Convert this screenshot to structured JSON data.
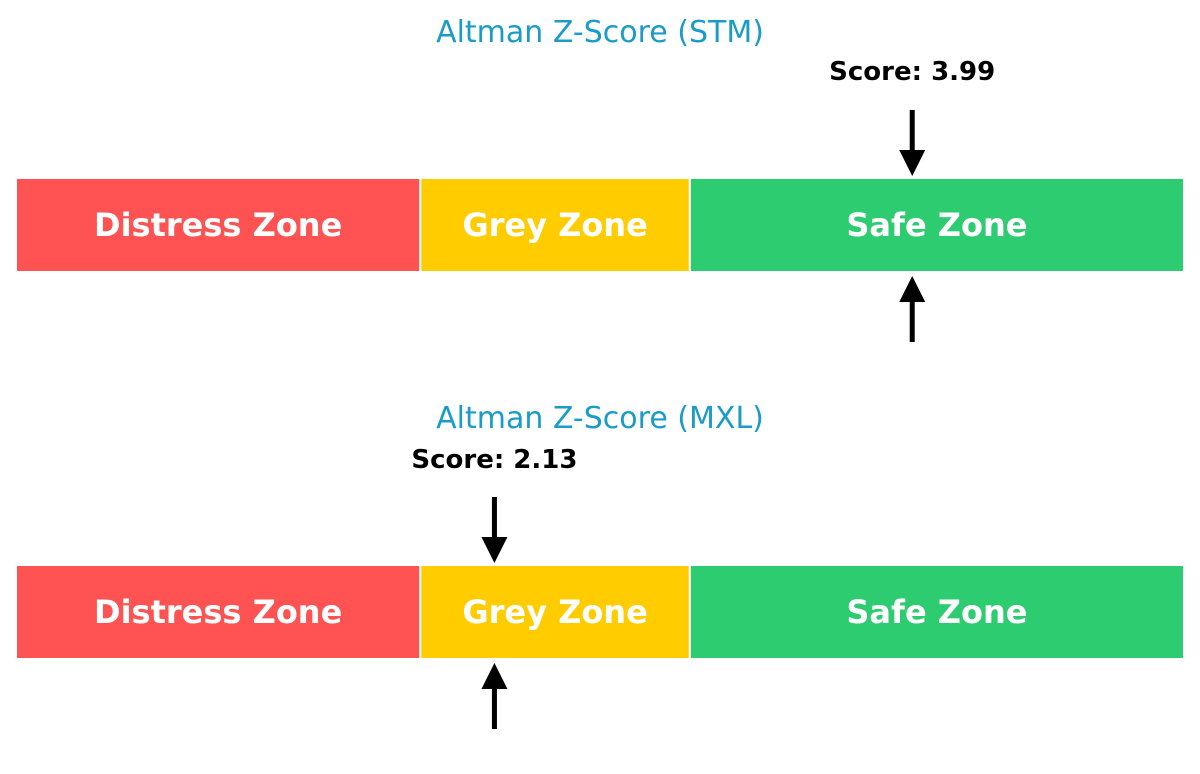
{
  "colors": {
    "distress": "#FF5252",
    "grey": "#FFCC00",
    "safe": "#2ECC71",
    "title": "#1A9BC9",
    "zone_text": "#FFFFFF",
    "arrow": "#000000"
  },
  "chart_data": [
    {
      "type": "gauge",
      "title": "Altman Z-Score (STM)",
      "score": 3.99,
      "score_label": "Score: 3.99",
      "zone": "Safe Zone",
      "range": [
        0,
        5.2
      ],
      "zones": [
        {
          "name": "Distress Zone",
          "from": 0,
          "to": 1.8,
          "color_key": "distress"
        },
        {
          "name": "Grey Zone",
          "from": 1.8,
          "to": 3.0,
          "color_key": "grey"
        },
        {
          "name": "Safe Zone",
          "from": 3.0,
          "to": 5.2,
          "color_key": "safe"
        }
      ]
    },
    {
      "type": "gauge",
      "title": "Altman Z-Score (MXL)",
      "score": 2.13,
      "score_label": "Score: 2.13",
      "zone": "Grey Zone",
      "range": [
        0,
        5.2
      ],
      "zones": [
        {
          "name": "Distress Zone",
          "from": 0,
          "to": 1.8,
          "color_key": "distress"
        },
        {
          "name": "Grey Zone",
          "from": 1.8,
          "to": 3.0,
          "color_key": "grey"
        },
        {
          "name": "Safe Zone",
          "from": 3.0,
          "to": 5.2,
          "color_key": "safe"
        }
      ]
    }
  ]
}
